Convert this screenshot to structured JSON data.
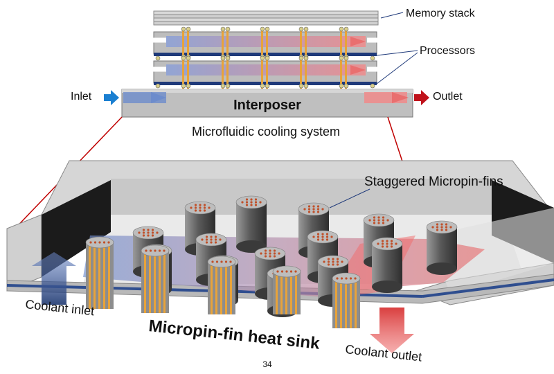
{
  "labels": {
    "memory_stack": "Memory stack",
    "processors": "Processors",
    "inlet": "Inlet",
    "outlet": "Outlet",
    "interposer": "Interposer",
    "system_caption": "Microfluidic cooling system",
    "staggered_fins": "Staggered Micropin-fins",
    "coolant_inlet": "Coolant inlet",
    "heat_sink": "Micropin-fin heat sink",
    "coolant_outlet": "Coolant outlet",
    "page_number": "34"
  },
  "colors": {
    "inlet_arrow": "#1a7fd1",
    "outlet_arrow": "#c0121b",
    "processor_layer": "#1f3a7a",
    "tsv_orange": "#e8a33a",
    "interposer_gray": "#bfbfbf",
    "pin_dark": "#555555",
    "zoom_line": "#c00000"
  }
}
